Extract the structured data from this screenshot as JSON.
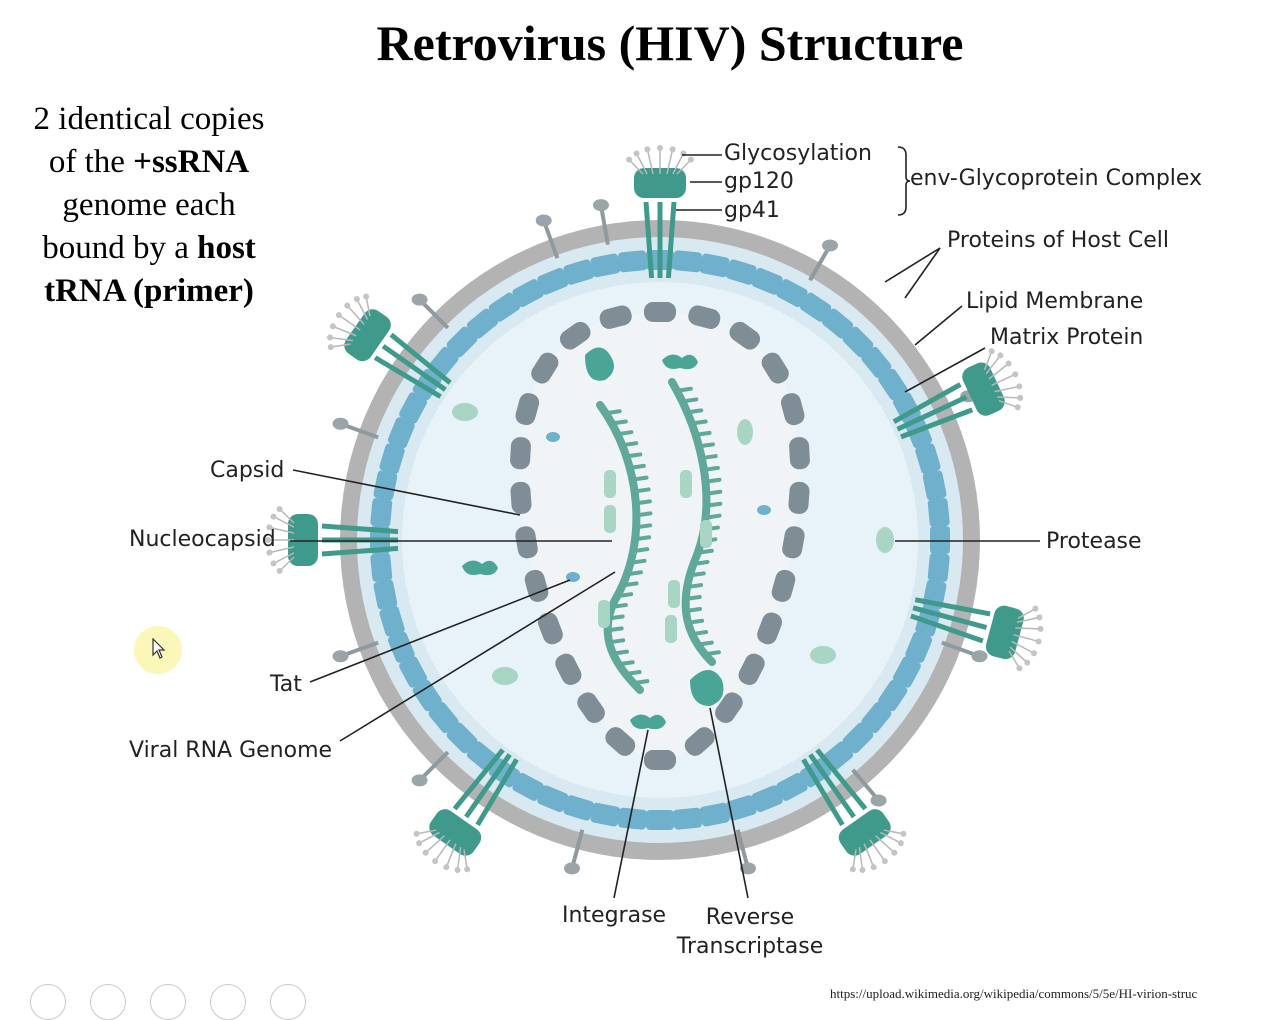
{
  "title": "Retrovirus (HIV) Structure",
  "note": {
    "t1": "2 identical copies of the ",
    "b1": "+ssRNA",
    "t2": " genome each bound by a ",
    "b2": "host tRNA (primer)"
  },
  "labels": {
    "glycosylation": "Glycosylation",
    "gp120": "gp120",
    "gp41": "gp41",
    "env_complex": "env-Glycoprotein Complex",
    "host_proteins": "Proteins of Host Cell",
    "lipid_membrane": "Lipid Membrane",
    "matrix_protein": "Matrix Protein",
    "capsid": "Capsid",
    "nucleocapsid": "Nucleocapsid",
    "protease": "Protease",
    "tat": "Tat",
    "viral_rna": "Viral RNA Genome",
    "integrase": "Integrase",
    "reverse": "Reverse",
    "transcriptase": "Transcriptase"
  },
  "source_url": "https://upload.wikimedia.org/wikipedia/commons/5/5e/HI-virion-struc",
  "colors": {
    "membrane": "#b3b3b3",
    "interior": "#e8f3f9",
    "matrix": "#6fb0cc",
    "capsid": "#7f8d96",
    "teal": "#3f9a8c",
    "light_teal": "#a8d5c4"
  }
}
